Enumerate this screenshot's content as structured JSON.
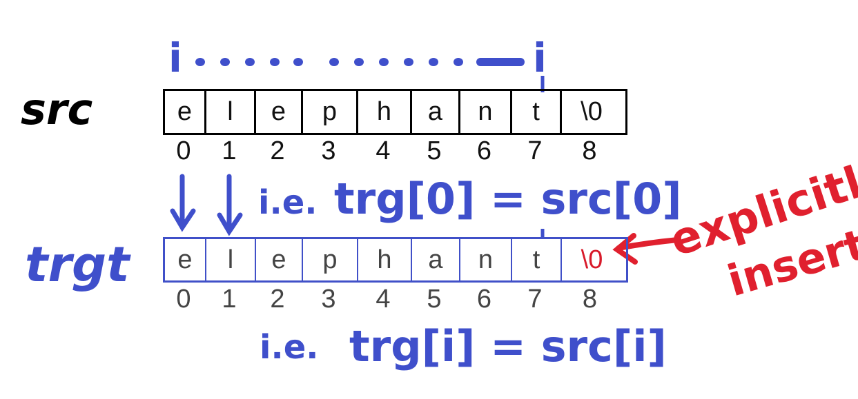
{
  "labels": {
    "src": "src",
    "trgt": "trgt",
    "i_left": "i",
    "i_right": "i"
  },
  "src_cells": [
    "e",
    "l",
    "e",
    "p",
    "h",
    "a",
    "n",
    "t",
    "\\0"
  ],
  "trg_cells": [
    "e",
    "l",
    "e",
    "p",
    "h",
    "a",
    "n",
    "t",
    "\\0"
  ],
  "indices": [
    "0",
    "1",
    "2",
    "3",
    "4",
    "5",
    "6",
    "7",
    "8"
  ],
  "annotations": {
    "ie_top": "i.e.",
    "eq_top": "trg[0] = src[0]",
    "ie_bottom": "i.e.",
    "eq_bottom": "trg[i] = src[i]",
    "explicitly": "explicitly",
    "inserted": "inserted!"
  },
  "colors": {
    "blue_ink": "#3f4fcb",
    "red_ink": "#e0202e",
    "black_ink": "#000000"
  }
}
